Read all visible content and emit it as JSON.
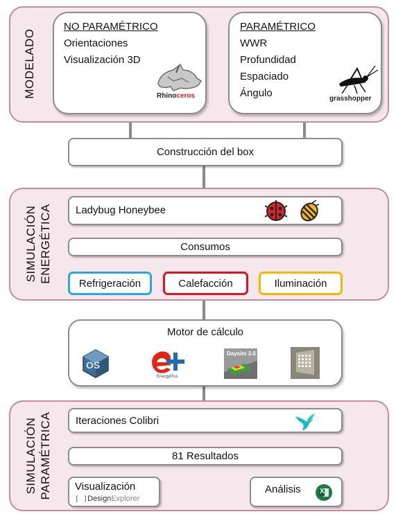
{
  "modelado": {
    "label": "MODELADO",
    "no_parametrico": {
      "title": "NO PARAMÉTRICO",
      "items": [
        "Orientaciones",
        "Visualización 3D"
      ],
      "logo_text_a": "Rhino",
      "logo_text_b": "ceros"
    },
    "parametrico": {
      "title": "PARAMÉTRICO",
      "items": [
        "WWR",
        "Profundidad",
        "Espaciado",
        "Ángulo"
      ],
      "logo_text": "grasshopper"
    }
  },
  "construccion": {
    "label": "Construcción del box"
  },
  "simulacion_energetica": {
    "label_line1": "SIMULACIÓN",
    "label_line2": "ENERGÉTICA",
    "ladybug": "Ladybug Honeybee",
    "consumos": "Consumos",
    "refrigeracion": "Refrigeración",
    "calefaccion": "Calefacción",
    "iluminacion": "Iluminación",
    "colors": {
      "refrigeracion": "#2aa7df",
      "calefaccion": "#e0141e",
      "iluminacion": "#f5b800"
    }
  },
  "motor": {
    "label": "Motor de cálculo",
    "os_text": "OS",
    "energyplus_caption": "EnergyPlus",
    "daysim_text": "Daysim 3.0"
  },
  "simulacion_parametrica": {
    "label_line1": "SIMULACIÓN",
    "label_line2": "PARAMÉTRICA",
    "iteraciones": "Iteraciones Colibri",
    "resultados": "81 Resultados",
    "visualizacion": "Visualización",
    "design_explorer_a": "Design",
    "design_explorer_b": "Explorer",
    "analisis": "Análisis",
    "excel_letter": "X"
  }
}
